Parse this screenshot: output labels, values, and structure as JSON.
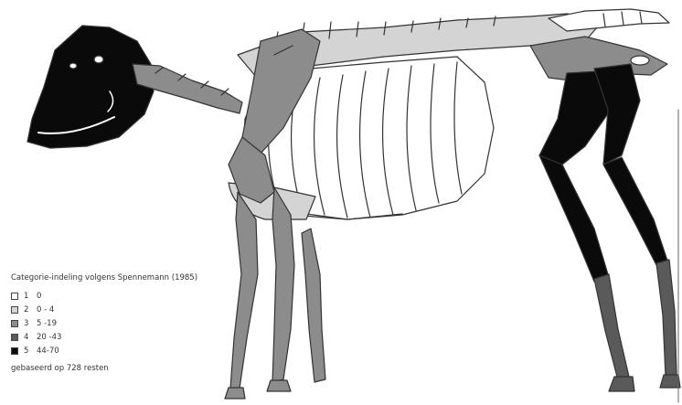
{
  "legend": {
    "title": "Categorie-indeling volgens Spennemann (1985)",
    "items": [
      {
        "class": "1",
        "range": "0",
        "color": "#ffffff"
      },
      {
        "class": "2",
        "range": "0 - 4",
        "color": "#d4d4d4"
      },
      {
        "class": "3",
        "range": "5 -19",
        "color": "#8c8c8c"
      },
      {
        "class": "4",
        "range": "20 -43",
        "color": "#5a5a5a"
      },
      {
        "class": "5",
        "range": "44-70",
        "color": "#0a0a0a"
      }
    ],
    "note": "gebaseerd op 728 resten"
  },
  "colors": {
    "outline": "#333333",
    "cat1": "#ffffff",
    "cat2": "#d4d4d4",
    "cat3": "#8c8c8c",
    "cat4": "#5a5a5a",
    "cat5": "#0a0a0a"
  }
}
